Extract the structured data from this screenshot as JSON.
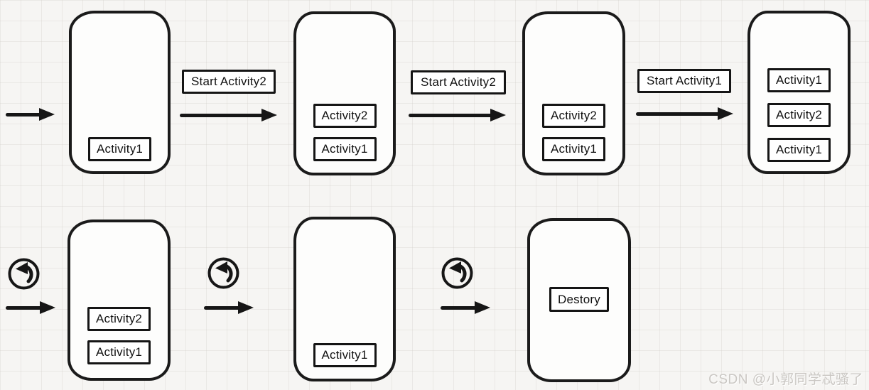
{
  "canvas": {
    "bg_color": "#f6f5f3",
    "grid_color": "#cdcac4",
    "ink_color": "#161616"
  },
  "watermark": {
    "text": "CSDN @小郭同学忒骚了",
    "color": "#cac7c3"
  },
  "icons": {
    "flow_arrow": "right-arrow",
    "back_button": "undo-curved-arrow-in-circle"
  },
  "top_row": {
    "phones": [
      {
        "name": "phone-initial",
        "stack": [
          "Activity1"
        ]
      },
      {
        "name": "phone-after-start2",
        "stack": [
          "Activity2",
          "Activity1"
        ]
      },
      {
        "name": "phone-repeat",
        "stack": [
          "Activity2",
          "Activity1"
        ]
      },
      {
        "name": "phone-after-start1",
        "stack": [
          "Activity1",
          "Activity2",
          "Activity1"
        ]
      }
    ],
    "transition_labels": [
      "Start Activity2",
      "Start Activity2",
      "Start Activity1"
    ]
  },
  "bottom_row": {
    "phones": [
      {
        "name": "phone-back-once",
        "stack": [
          "Activity2",
          "Activity1"
        ]
      },
      {
        "name": "phone-back-twice",
        "stack": [
          "Activity1"
        ]
      },
      {
        "name": "phone-destroyed",
        "stack": [
          "Destory"
        ]
      }
    ]
  }
}
